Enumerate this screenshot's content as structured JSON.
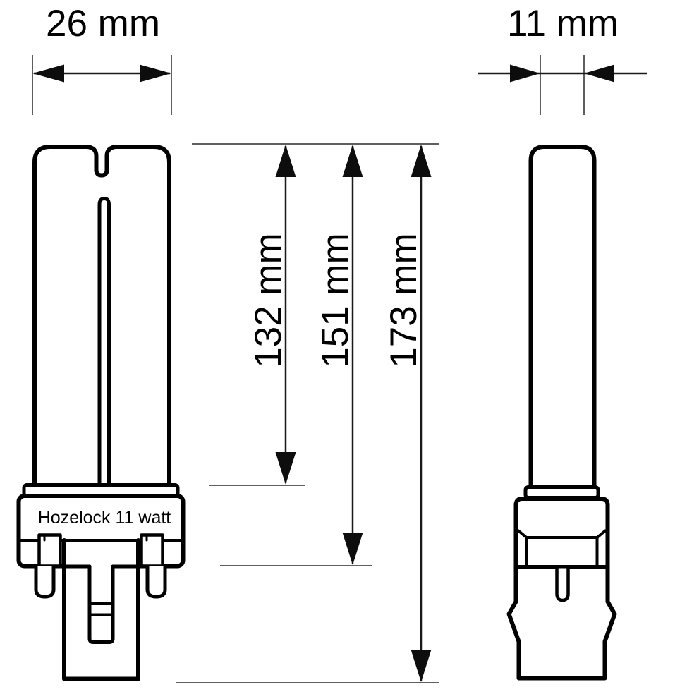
{
  "drawing": {
    "front_view": {
      "width_dim": {
        "label": "26 mm",
        "value_mm": 26
      },
      "cap_text": "Hozelock 11 watt"
    },
    "side_view": {
      "width_dim": {
        "label": "11 mm",
        "value_mm": 11
      }
    },
    "height_dims": [
      {
        "label": "132 mm",
        "value_mm": 132
      },
      {
        "label": "151 mm",
        "value_mm": 151
      },
      {
        "label": "173 mm",
        "value_mm": 173
      }
    ],
    "colors": {
      "outline": "#000000",
      "dim_line": "#1a1a1a",
      "ref_line": "#5f5f5f",
      "arrow": "#0d0d0d",
      "text": "#000000",
      "background": "#ffffff"
    }
  }
}
